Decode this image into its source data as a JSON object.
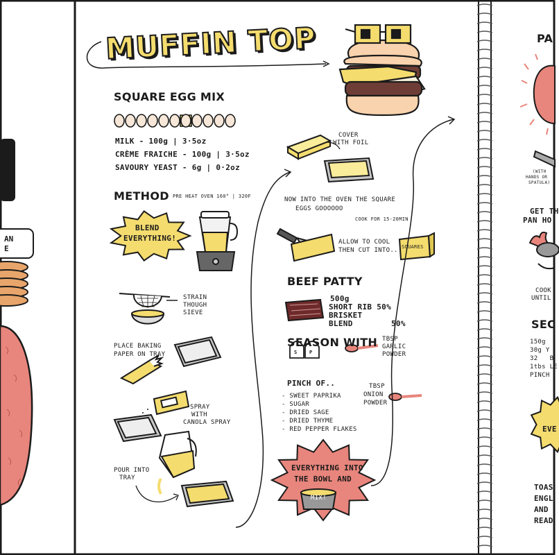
{
  "title": "MUFFIN TOP",
  "egg_mix": {
    "heading": "SQUARE EGG MIX",
    "ingredients": [
      "MILK - 100g | 3·5oz",
      "CRÈME FRAICHE - 100g | 3·5oz",
      "SAVOURY YEAST - 6g | 0·2oz"
    ]
  },
  "method": {
    "heading": "METHOD",
    "preheat": "- PRE HEAT OVEN 160° | 320F",
    "blend": [
      "BLEND",
      "EVERYTHING!"
    ],
    "strain": [
      "STRAIN",
      "THOUGH",
      "SIEVE"
    ],
    "baking_paper": [
      "PLACE BAKING",
      "PAPER ON TRAY"
    ],
    "spray": [
      "SPRAY",
      "WITH",
      "CANOLA SPRAY"
    ],
    "pour": [
      "POUR INTO",
      "TRAY"
    ],
    "cover": [
      "COVER",
      "WITH FOIL"
    ],
    "oven": [
      "NOW INTO THE OVEN THE SQUARE",
      "EGGS GOOOOOO"
    ],
    "cook_time": "COOK FOR 15-20MIN",
    "cool": [
      "ALLOW TO COOL",
      "THEN CUT INTO.."
    ],
    "squares": "SQUARES"
  },
  "beef_patty": {
    "heading": "BEEF PATTY",
    "lines": [
      "500g",
      "SHORT RIB 50%",
      "BRISKET",
      "BLEND        50%"
    ]
  },
  "season": {
    "heading": "SEASON WITH",
    "pinch_label": "PINCH OF..",
    "pinch_items": [
      "- SWEET PAPRIKA",
      "- SUGAR",
      "- DRIED SAGE",
      "- DRIED THYME",
      "- RED PEPPER FLAKES"
    ],
    "garlic": [
      "TBSP",
      "GARLIC",
      "POWDER"
    ],
    "onion": [
      "TBSP",
      "ONION",
      "POWDER"
    ],
    "shaker_s": "S",
    "shaker_p": "P"
  },
  "bowl": {
    "text": [
      "EVERYTHING INTO",
      "THE BOWL AND"
    ],
    "mix": "MIX!"
  },
  "left_page": {
    "label_lines": [
      "AN",
      "E"
    ]
  },
  "right_page": {
    "heading": "PA",
    "hands_note": [
      "(WITH",
      "HANDS OR",
      "SPATULA)"
    ],
    "get_text": [
      "GET TH",
      "PAN HO"
    ],
    "cook_text": [
      "COOK",
      "UNTIL"
    ],
    "section": "SEC",
    "section_lines": [
      "150g",
      "30g Y",
      "32   B",
      "1tbs LE",
      "PINCH"
    ],
    "burst_text": "EVE",
    "bottom_lines": [
      "TOAS",
      "ENGL",
      "AND",
      "READ"
    ]
  },
  "colors": {
    "yellow": "#f4dc6e",
    "salmon": "#e8857c",
    "meat": "#6e2a2a",
    "pancake": "#e8a56b",
    "ink": "#1b1b1b"
  }
}
